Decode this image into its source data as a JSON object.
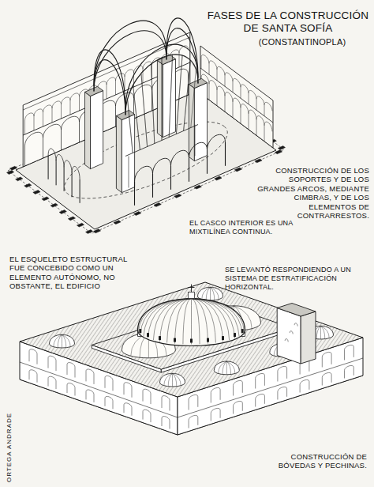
{
  "diagram": {
    "title": "FASES DE LA CONSTRUCCIÓN DE SANTA SOFÍA",
    "labels": [
      "(CONSTANTINOPLA)",
      "CONSTRUCCIÓN DE LOS SOPORTES Y DE LOS GRANDES ARCOS, MEDIANTE CIMBRAS, Y DE LOS ELEMENTOS DE CONTRARRESTOS.",
      "EL CASCO INTERIOR ES UNA MIXTILÍNEA CONTINUA.",
      "EL ESQUELETO ESTRUCTURAL FUE CONCEBIDO COMO UN ELEMENTO AUTÓNOMO, NO OBSTANTE, EL EDIFICIO",
      "SE LEVANTÓ RESPONDIENDO A UN SISTEMA DE ESTRATIFICACIÓN HORIZONTAL.",
      "CONSTRUCCIÓN DE BÓVEDAS Y PECHINAS.",
      "ORTEGA ANDRADE"
    ]
  }
}
